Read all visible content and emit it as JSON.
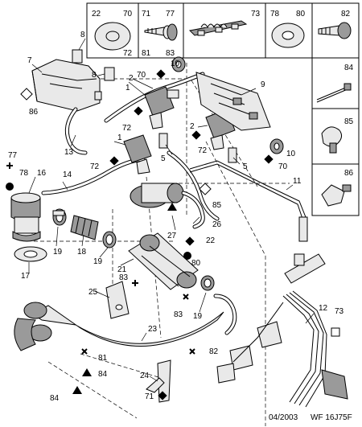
{
  "footer": {
    "date": "04/2003",
    "code": "WF 16J75F"
  },
  "inset_top": {
    "cell_1": {
      "a": "22",
      "b": "70",
      "c": "72"
    },
    "cell_2": {
      "a": "71",
      "b": "77",
      "c": "81",
      "d": "83"
    },
    "cell_3": {
      "a": "73"
    },
    "cell_4": {
      "a": "78",
      "b": "80"
    },
    "cell_5": {
      "a": "82"
    }
  },
  "inset_side": {
    "a": "84",
    "b": "85",
    "c": "86"
  },
  "callouts": {
    "c1": "1",
    "c2a": "2",
    "c2b": "2",
    "c5a": "5",
    "c5b": "5",
    "c7": "7",
    "c8a": "8",
    "c8b": "8",
    "c9": "9",
    "c10a": "10",
    "c10b": "10",
    "c11": "11",
    "c12": "12",
    "c13": "13",
    "c14": "14",
    "c16": "16",
    "c17": "17",
    "c18": "18",
    "c19a": "19",
    "c19b": "19",
    "c19c": "19",
    "c21": "21",
    "c22": "22",
    "c23": "23",
    "c24": "24",
    "c25": "25",
    "c26": "26",
    "c27": "27",
    "c70a": "70",
    "c70b": "70",
    "c71": "71",
    "c72a": "72",
    "c72b": "72",
    "c72c": "72",
    "c73": "73",
    "c77": "77",
    "c78": "78",
    "c80": "80",
    "c81": "81",
    "c82": "82",
    "c83a": "83",
    "c83b": "83",
    "c84a": "84",
    "c84b": "84",
    "c85": "85",
    "c86": "86"
  }
}
